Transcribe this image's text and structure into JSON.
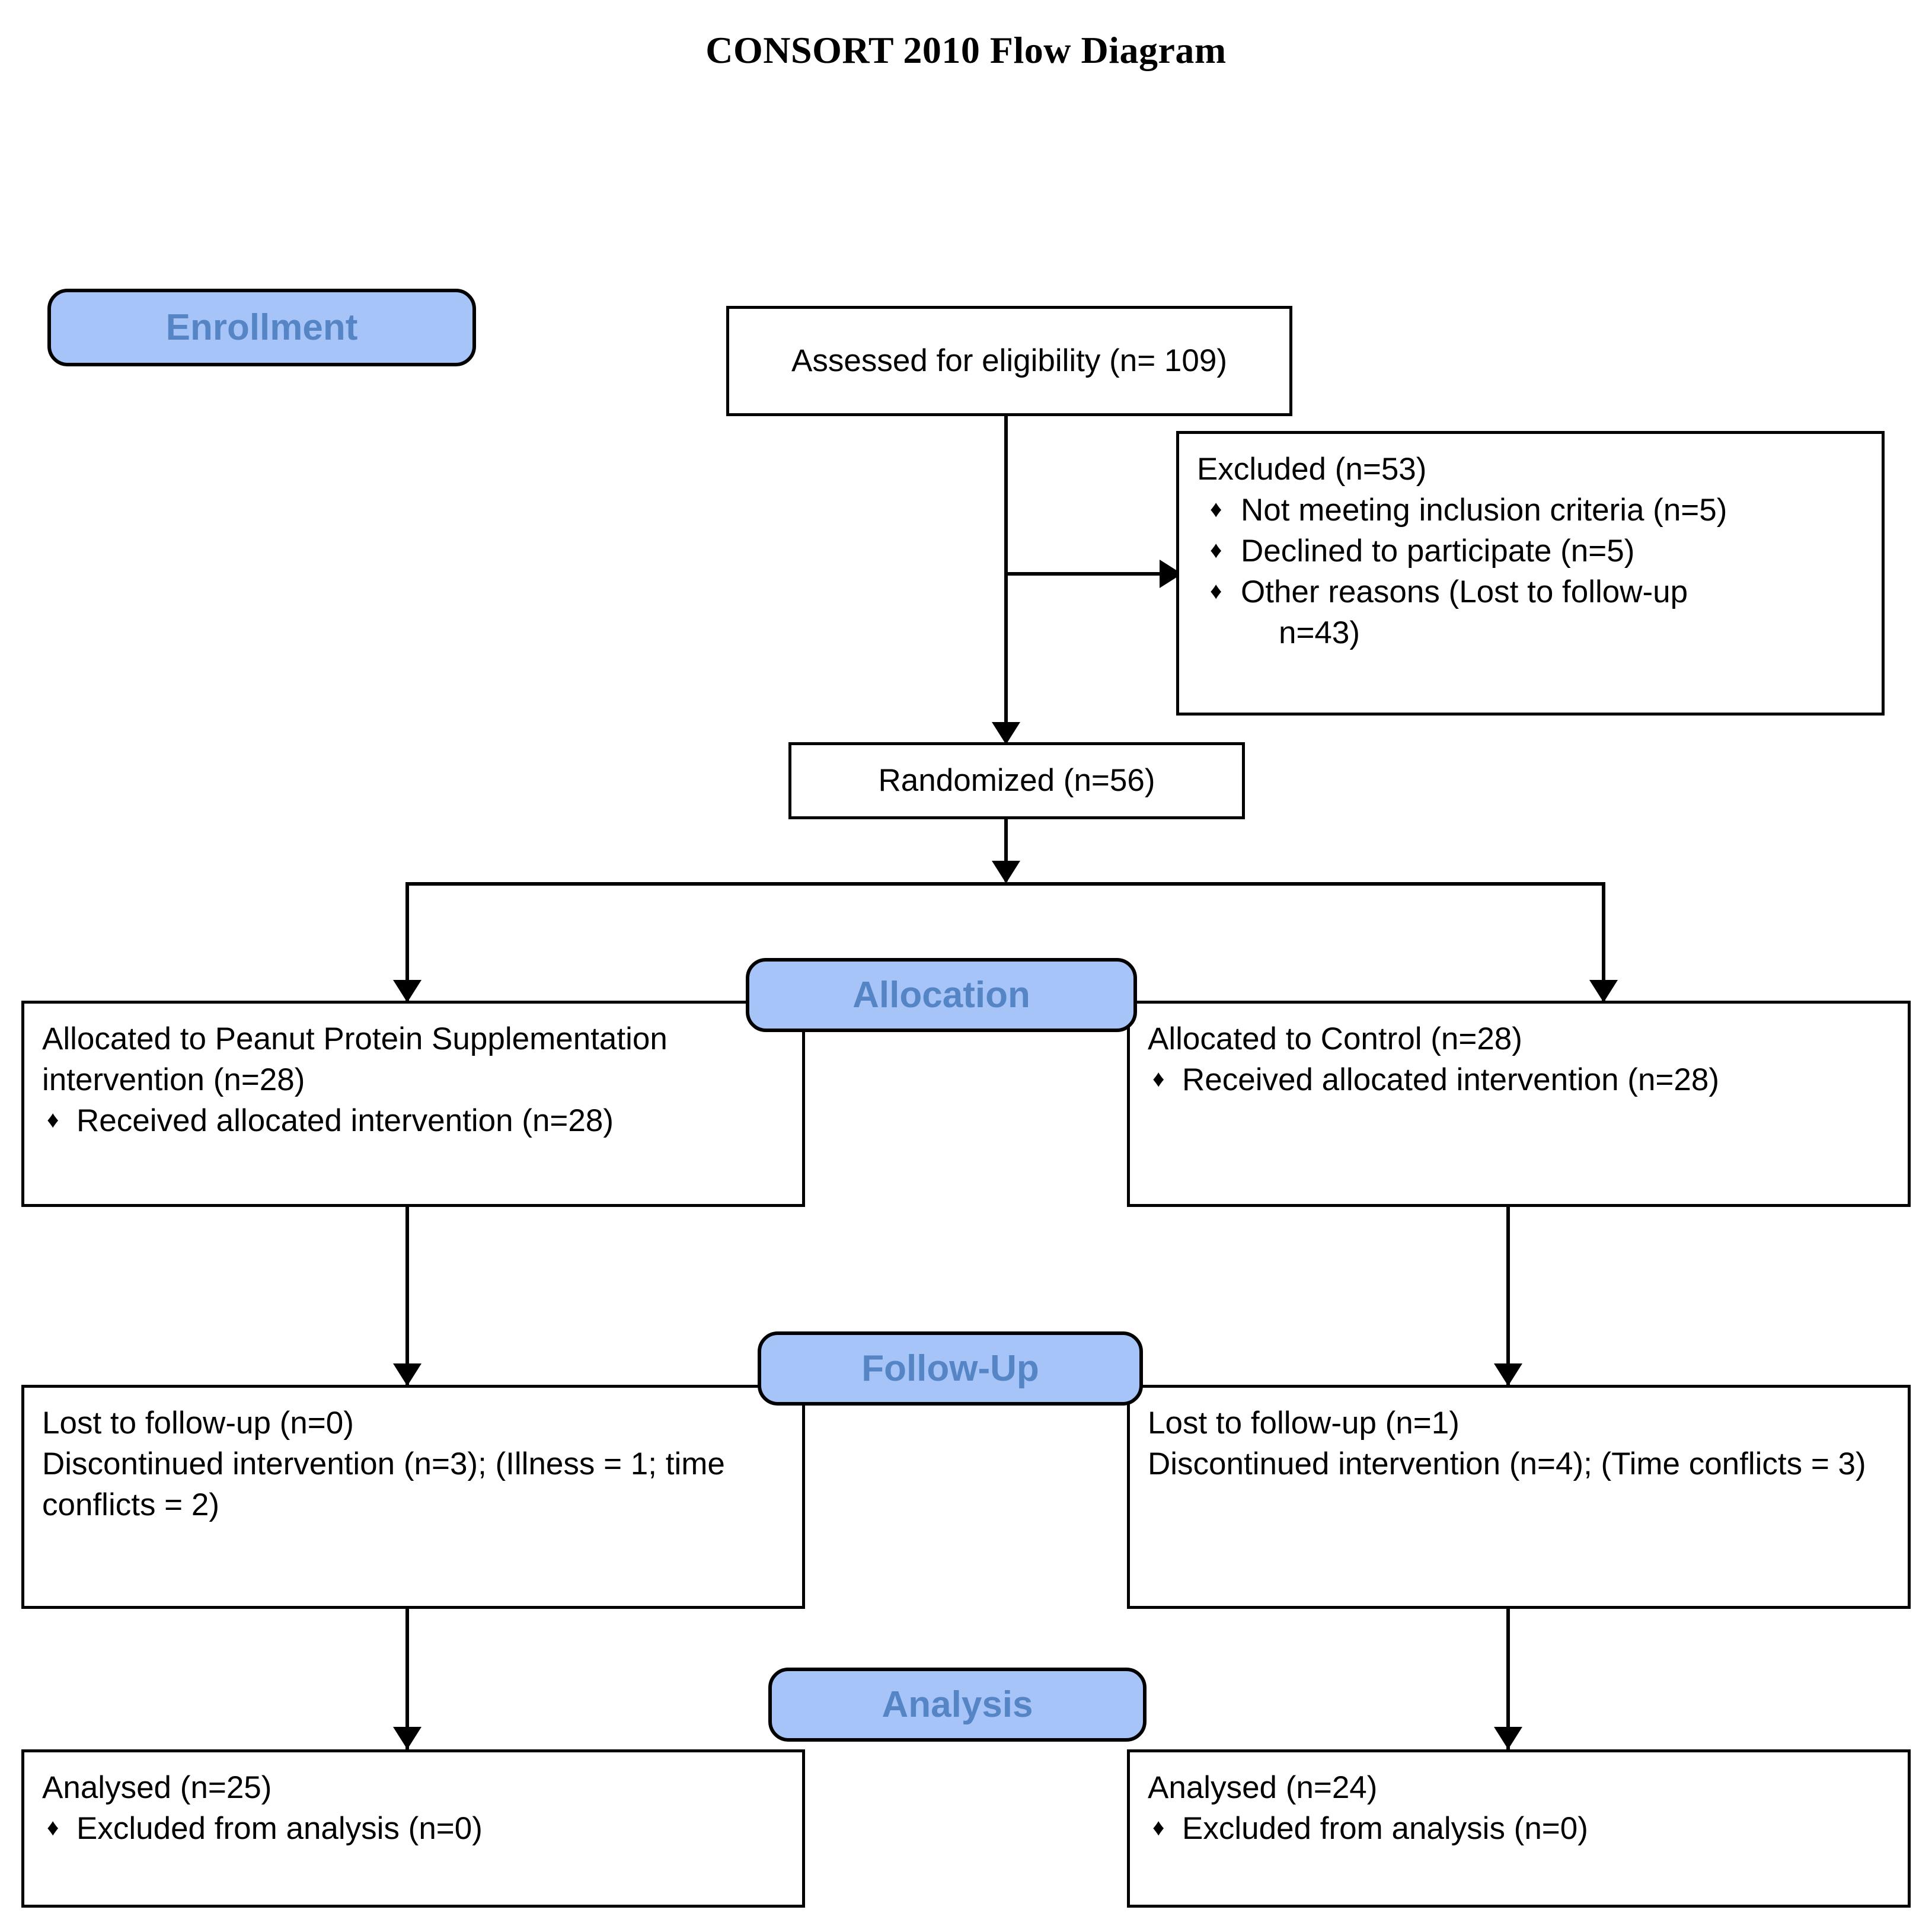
{
  "title": "CONSORT 2010 Flow Diagram",
  "colors": {
    "pill_fill": "#A7C4F9",
    "pill_text": "#5585C5",
    "box_border": "#000000",
    "box_fill": "#FFFFFF",
    "connector": "#000000",
    "page_background": "#FFFFFF"
  },
  "stages": {
    "enrollment": "Enrollment",
    "allocation": "Allocation",
    "follow_up": "Follow-Up",
    "analysis": "Analysis"
  },
  "enrollment": {
    "assessed": "Assessed for eligibility (n= 109)",
    "excluded_heading": "Excluded (n=53)",
    "excluded_reasons": [
      "Not meeting inclusion criteria (n=5)",
      "Declined to participate (n=5)",
      "Other reasons (Lost to follow-up"
    ],
    "excluded_reason_3_cont": "n=43)",
    "randomized": "Randomized (n=56)"
  },
  "allocation": {
    "left": {
      "heading_line1": "Allocated to Peanut Protein Supplementation",
      "heading_line2": "intervention (n=28)",
      "bullets": [
        "Received allocated intervention (n=28)"
      ]
    },
    "right": {
      "heading_line1": "Allocated to Control (n=28)",
      "bullets": [
        "Received allocated intervention (n=28)"
      ]
    }
  },
  "follow_up": {
    "left": {
      "line1": "Lost to follow-up (n=0)",
      "line2": "Discontinued intervention (n=3); (Illness = 1; time conflicts = 2)"
    },
    "right": {
      "line1": "Lost to follow-up (n=1)",
      "line2": "Discontinued intervention (n=4); (Time conflicts = 3)"
    }
  },
  "analysis": {
    "left": {
      "heading": "Analysed (n=25)",
      "bullets": [
        "Excluded from analysis (n=0)"
      ]
    },
    "right": {
      "heading": "Analysed (n=24)",
      "bullets": [
        "Excluded from analysis (n=0)"
      ]
    }
  },
  "chart_data": {
    "type": "diagram",
    "title": "CONSORT 2010 Flow Diagram",
    "nodes": [
      {
        "id": "assessed",
        "label": "Assessed for eligibility",
        "n": 109,
        "stage": "Enrollment"
      },
      {
        "id": "excluded",
        "label": "Excluded",
        "n": 53,
        "stage": "Enrollment",
        "children": [
          {
            "label": "Not meeting inclusion criteria",
            "n": 5
          },
          {
            "label": "Declined to participate",
            "n": 5
          },
          {
            "label": "Other reasons (Lost to follow-up)",
            "n": 43
          }
        ]
      },
      {
        "id": "randomized",
        "label": "Randomized",
        "n": 56,
        "stage": "Enrollment"
      },
      {
        "id": "alloc_left",
        "label": "Allocated to Peanut Protein Supplementation intervention",
        "n": 28,
        "stage": "Allocation",
        "children": [
          {
            "label": "Received allocated intervention",
            "n": 28
          }
        ]
      },
      {
        "id": "alloc_right",
        "label": "Allocated to Control",
        "n": 28,
        "stage": "Allocation",
        "children": [
          {
            "label": "Received allocated intervention",
            "n": 28
          }
        ]
      },
      {
        "id": "fu_left",
        "label": "Lost to follow-up",
        "n": 0,
        "stage": "Follow-Up",
        "children": [
          {
            "label": "Discontinued intervention (Illness = 1; time conflicts = 2)",
            "n": 3
          }
        ]
      },
      {
        "id": "fu_right",
        "label": "Lost to follow-up",
        "n": 1,
        "stage": "Follow-Up",
        "children": [
          {
            "label": "Discontinued intervention (Time conflicts = 3)",
            "n": 4
          }
        ]
      },
      {
        "id": "an_left",
        "label": "Analysed",
        "n": 25,
        "stage": "Analysis",
        "children": [
          {
            "label": "Excluded from analysis",
            "n": 0
          }
        ]
      },
      {
        "id": "an_right",
        "label": "Analysed",
        "n": 24,
        "stage": "Analysis",
        "children": [
          {
            "label": "Excluded from analysis",
            "n": 0
          }
        ]
      }
    ],
    "edges": [
      {
        "from": "assessed",
        "to": "excluded"
      },
      {
        "from": "assessed",
        "to": "randomized"
      },
      {
        "from": "randomized",
        "to": "alloc_left"
      },
      {
        "from": "randomized",
        "to": "alloc_right"
      },
      {
        "from": "alloc_left",
        "to": "fu_left"
      },
      {
        "from": "alloc_right",
        "to": "fu_right"
      },
      {
        "from": "fu_left",
        "to": "an_left"
      },
      {
        "from": "fu_right",
        "to": "an_right"
      }
    ]
  }
}
